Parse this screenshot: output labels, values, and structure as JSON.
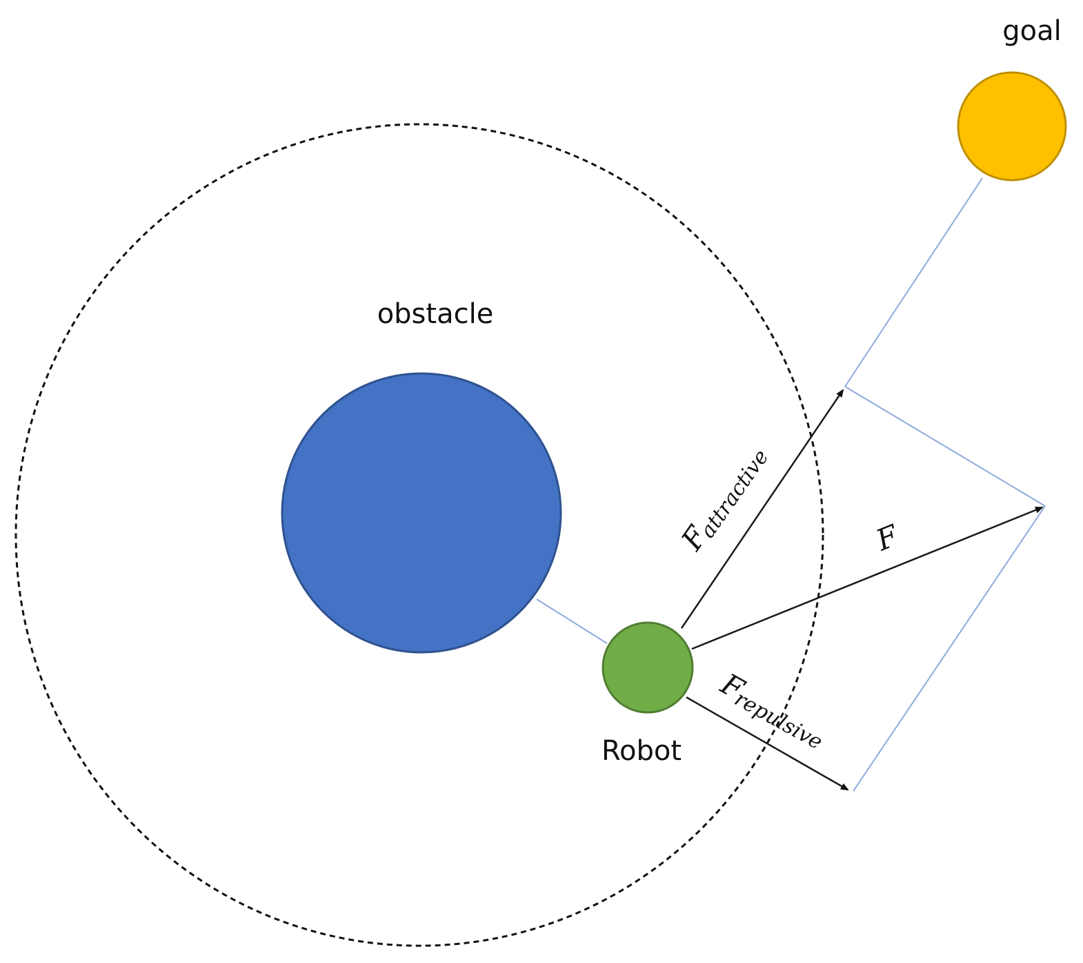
{
  "labels": {
    "goal": "goal",
    "obstacle": "obstacle",
    "robot": "Robot",
    "f_attractive_main": "F",
    "f_attractive_sub": "attractive",
    "f_repulsive_main": "F",
    "f_repulsive_sub": "repulsive",
    "f_total": "F"
  },
  "colors": {
    "goal_fill": "#FFC000",
    "goal_stroke": "#BF9000",
    "obstacle_fill": "#4472C4",
    "obstacle_stroke": "#2F528F",
    "robot_fill": "#70AD47",
    "robot_stroke": "#507E32",
    "guide_line": "#8FAADC",
    "vector": "#1a1a1a",
    "dashed_circle": "#111111"
  }
}
